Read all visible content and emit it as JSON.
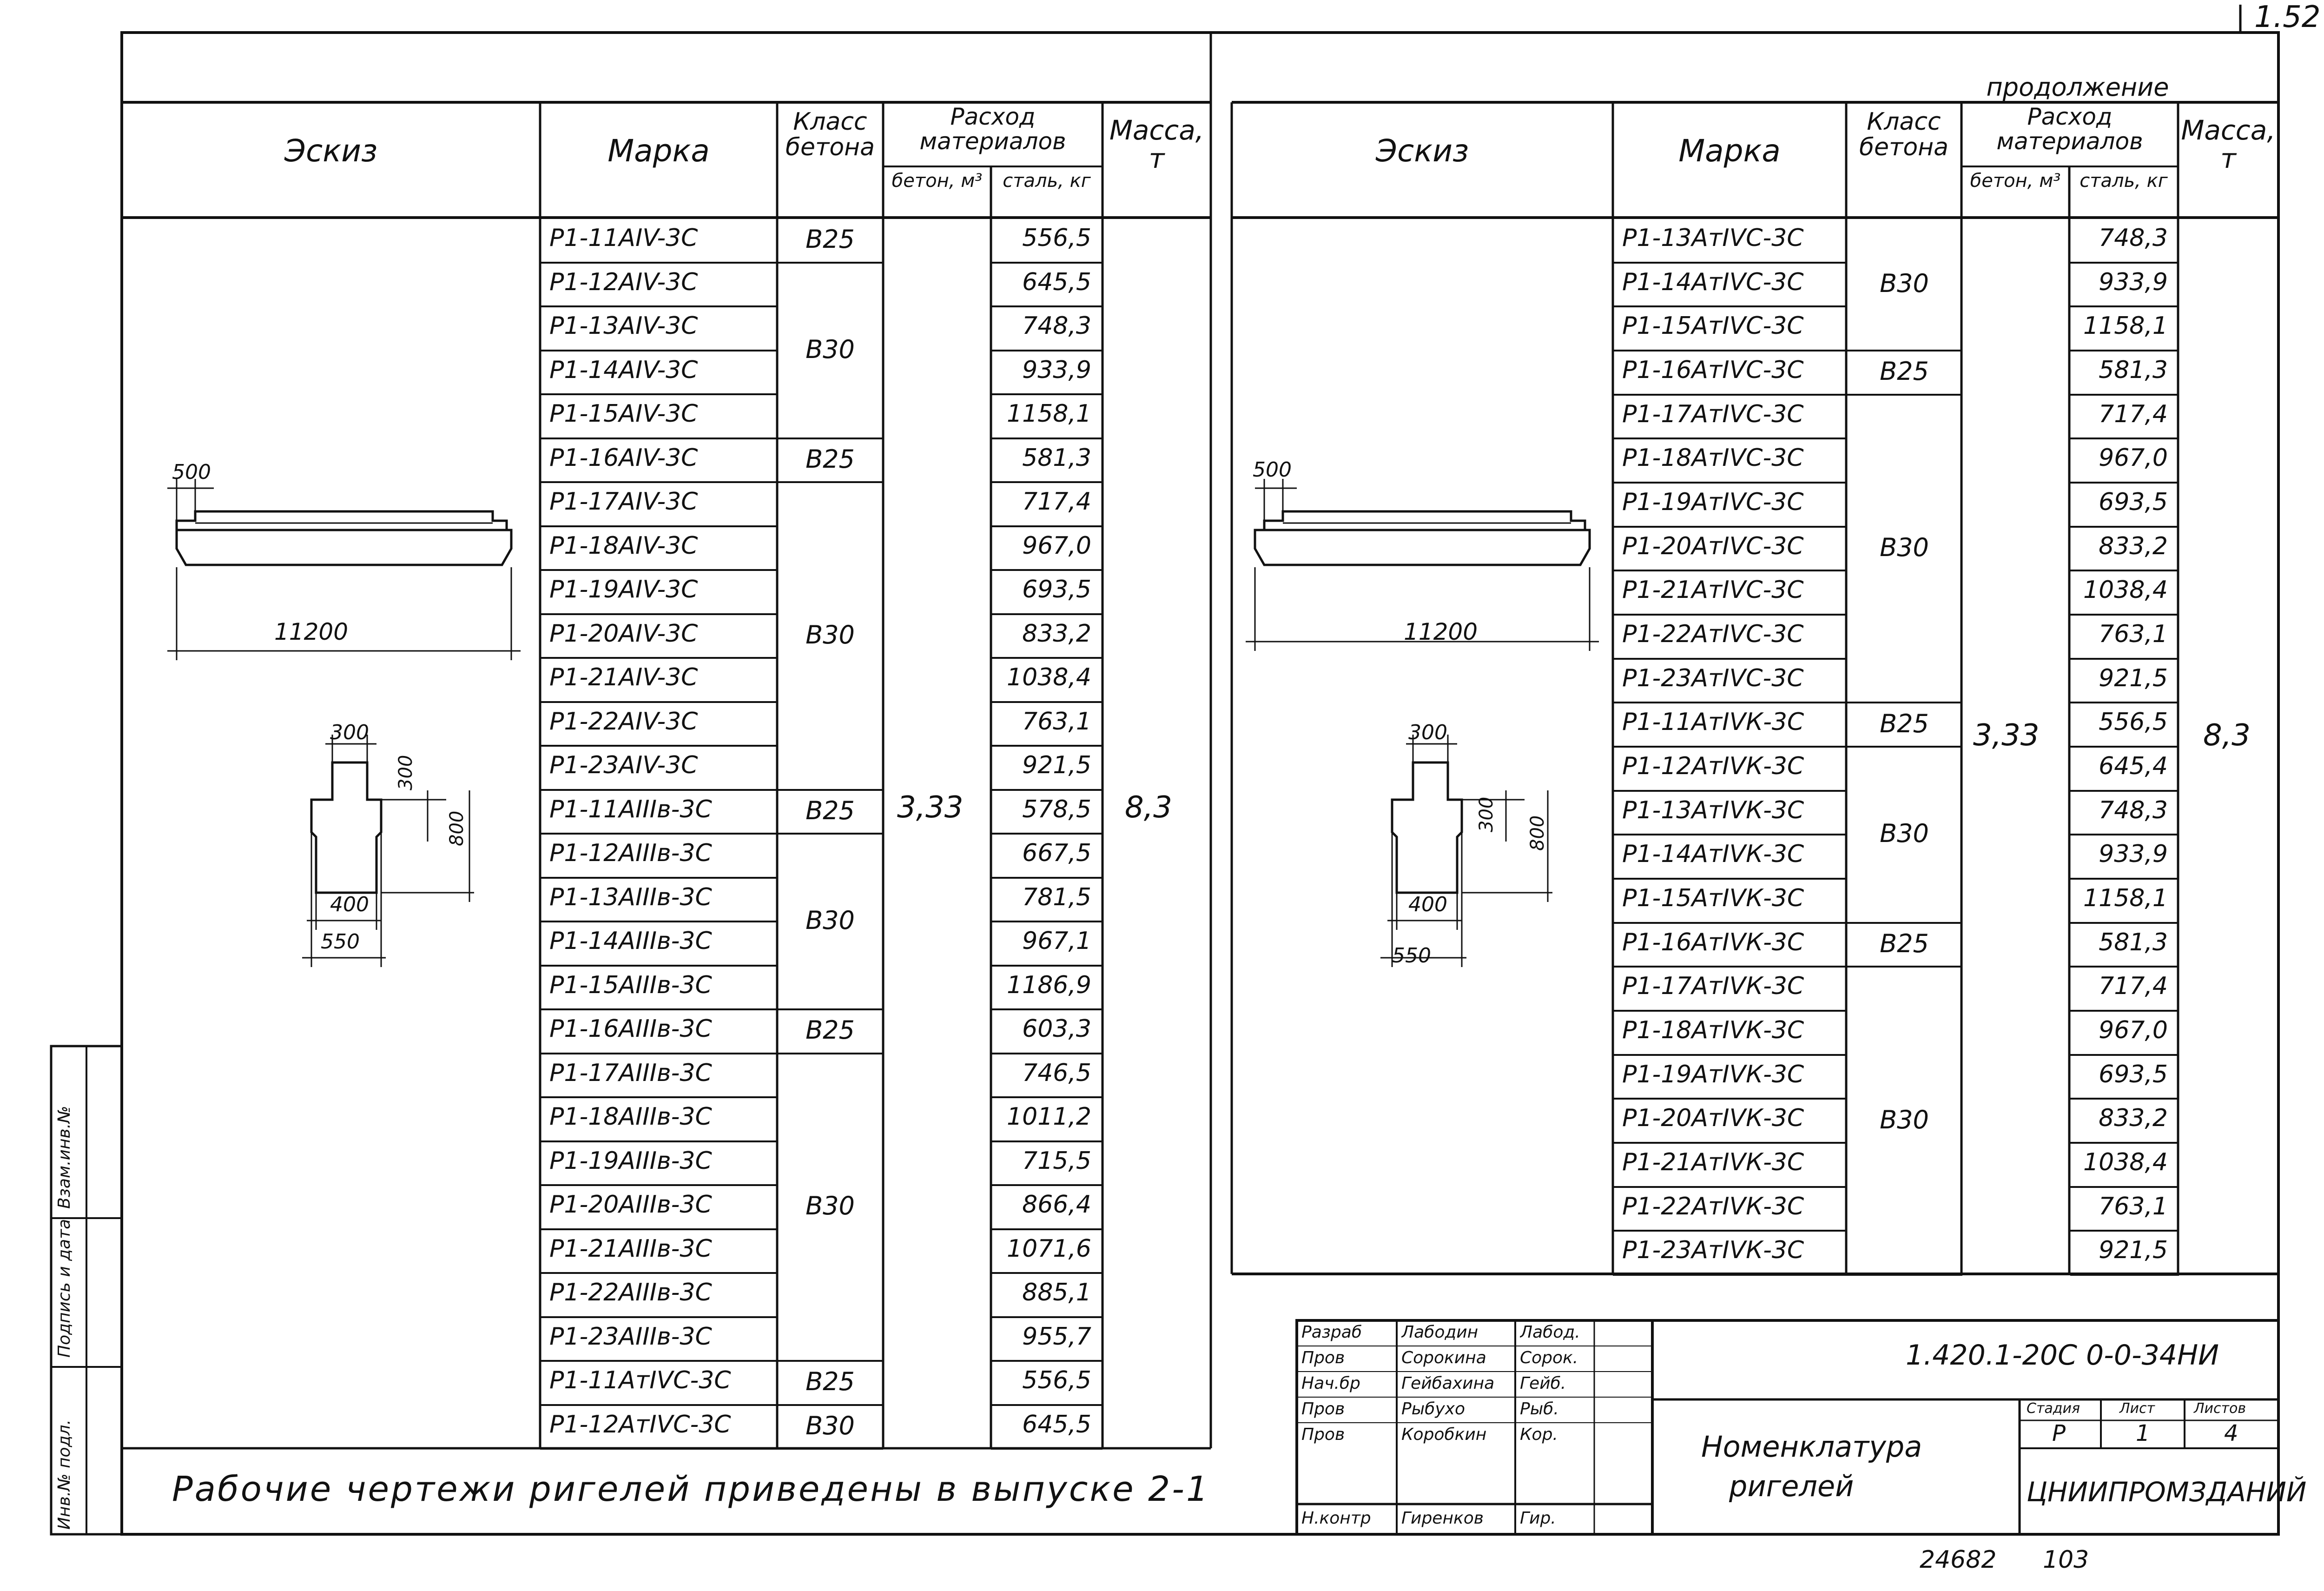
{
  "corner_mark": "1.52",
  "left": {
    "headers": {
      "sketch": "Эскиз",
      "mark": "Марка",
      "concrete_class": "Класс бетона",
      "materials": "Расход материалов",
      "concrete": "бетон, м³",
      "steel": "сталь, кг",
      "mass": "Масса, т"
    },
    "concrete_volume": "3,33",
    "mass": "8,3",
    "sketch": {
      "dim_overhang": "500",
      "dim_length": "11200",
      "dim_top_width": "300",
      "dim_flange": "300",
      "dim_height": "800",
      "dim_web": "400",
      "dim_bottom": "550"
    },
    "rows": [
      {
        "mark": "Р1-11АIV-3С",
        "steel": "556,5"
      },
      {
        "mark": "Р1-12АIV-3С",
        "steel": "645,5"
      },
      {
        "mark": "Р1-13АIV-3С",
        "steel": "748,3"
      },
      {
        "mark": "Р1-14АIV-3С",
        "steel": "933,9"
      },
      {
        "mark": "Р1-15АIV-3С",
        "steel": "1158,1"
      },
      {
        "mark": "Р1-16АIV-3С",
        "steel": "581,3"
      },
      {
        "mark": "Р1-17АIV-3С",
        "steel": "717,4"
      },
      {
        "mark": "Р1-18АIV-3С",
        "steel": "967,0"
      },
      {
        "mark": "Р1-19АIV-3С",
        "steel": "693,5"
      },
      {
        "mark": "Р1-20АIV-3С",
        "steel": "833,2"
      },
      {
        "mark": "Р1-21АIV-3С",
        "steel": "1038,4"
      },
      {
        "mark": "Р1-22АIV-3С",
        "steel": "763,1"
      },
      {
        "mark": "Р1-23АIV-3С",
        "steel": "921,5"
      },
      {
        "mark": "Р1-11АIIIв-3С",
        "steel": "578,5"
      },
      {
        "mark": "Р1-12АIIIв-3С",
        "steel": "667,5"
      },
      {
        "mark": "Р1-13АIIIв-3С",
        "steel": "781,5"
      },
      {
        "mark": "Р1-14АIIIв-3С",
        "steel": "967,1"
      },
      {
        "mark": "Р1-15АIIIв-3С",
        "steel": "1186,9"
      },
      {
        "mark": "Р1-16АIIIв-3С",
        "steel": "603,3"
      },
      {
        "mark": "Р1-17АIIIв-3С",
        "steel": "746,5"
      },
      {
        "mark": "Р1-18АIIIв-3С",
        "steel": "1011,2"
      },
      {
        "mark": "Р1-19АIIIв-3С",
        "steel": "715,5"
      },
      {
        "mark": "Р1-20АIIIв-3С",
        "steel": "866,4"
      },
      {
        "mark": "Р1-21АIIIв-3С",
        "steel": "1071,6"
      },
      {
        "mark": "Р1-22АIIIв-3С",
        "steel": "885,1"
      },
      {
        "mark": "Р1-23АIIIв-3С",
        "steel": "955,7"
      },
      {
        "mark": "Р1-11АтIVС-3С",
        "steel": "556,5"
      },
      {
        "mark": "Р1-12АтIVС-3С",
        "steel": "645,5"
      }
    ],
    "class_groups": [
      {
        "label": "В25",
        "span": 1
      },
      {
        "label": "В30",
        "span": 4
      },
      {
        "label": "В25",
        "span": 1
      },
      {
        "label": "В30",
        "span": 7
      },
      {
        "label": "В25",
        "span": 1
      },
      {
        "label": "В30",
        "span": 4
      },
      {
        "label": "В25",
        "span": 1
      },
      {
        "label": "В30",
        "span": 7
      },
      {
        "label": "В25",
        "span": 1
      },
      {
        "label": "В30",
        "span": 1
      }
    ]
  },
  "right": {
    "continuation": "продолжение",
    "headers": {
      "sketch": "Эскиз",
      "mark": "Марка",
      "concrete_class": "Класс бетона",
      "materials": "Расход материалов",
      "concrete": "бетон, м³",
      "steel": "сталь, кг",
      "mass": "Масса, т"
    },
    "concrete_volume": "3,33",
    "mass": "8,3",
    "sketch": {
      "dim_overhang": "500",
      "dim_length": "11200",
      "dim_top_width": "300",
      "dim_flange": "300",
      "dim_height": "800",
      "dim_web": "400",
      "dim_bottom": "550"
    },
    "rows": [
      {
        "mark": "Р1-13АтIVС-3С",
        "steel": "748,3"
      },
      {
        "mark": "Р1-14АтIVС-3С",
        "steel": "933,9"
      },
      {
        "mark": "Р1-15АтIVС-3С",
        "steel": "1158,1"
      },
      {
        "mark": "Р1-16АтIVС-3С",
        "steel": "581,3"
      },
      {
        "mark": "Р1-17АтIVС-3С",
        "steel": "717,4"
      },
      {
        "mark": "Р1-18АтIVС-3С",
        "steel": "967,0"
      },
      {
        "mark": "Р1-19АтIVС-3С",
        "steel": "693,5"
      },
      {
        "mark": "Р1-20АтIVС-3С",
        "steel": "833,2"
      },
      {
        "mark": "Р1-21АтIVС-3С",
        "steel": "1038,4"
      },
      {
        "mark": "Р1-22АтIVС-3С",
        "steel": "763,1"
      },
      {
        "mark": "Р1-23АтIVС-3С",
        "steel": "921,5"
      },
      {
        "mark": "Р1-11АтIVК-3С",
        "steel": "556,5"
      },
      {
        "mark": "Р1-12АтIVК-3С",
        "steel": "645,4"
      },
      {
        "mark": "Р1-13АтIVК-3С",
        "steel": "748,3"
      },
      {
        "mark": "Р1-14АтIVК-3С",
        "steel": "933,9"
      },
      {
        "mark": "Р1-15АтIVК-3С",
        "steel": "1158,1"
      },
      {
        "mark": "Р1-16АтIVК-3С",
        "steel": "581,3"
      },
      {
        "mark": "Р1-17АтIVК-3С",
        "steel": "717,4"
      },
      {
        "mark": "Р1-18АтIVК-3С",
        "steel": "967,0"
      },
      {
        "mark": "Р1-19АтIVК-3С",
        "steel": "693,5"
      },
      {
        "mark": "Р1-20АтIVК-3С",
        "steel": "833,2"
      },
      {
        "mark": "Р1-21АтIVК-3С",
        "steel": "1038,4"
      },
      {
        "mark": "Р1-22АтIVК-3С",
        "steel": "763,1"
      },
      {
        "mark": "Р1-23АтIVК-3С",
        "steel": "921,5"
      }
    ],
    "class_groups": [
      {
        "label": "",
        "span": 0
      },
      {
        "label": "В30",
        "span": 3
      },
      {
        "label": "В25",
        "span": 1
      },
      {
        "label": "В30",
        "span": 7
      },
      {
        "label": "В25",
        "span": 1
      },
      {
        "label": "В30",
        "span": 4
      },
      {
        "label": "В25",
        "span": 1
      },
      {
        "label": "В30",
        "span": 7
      }
    ]
  },
  "footer_note": "Рабочие чертежи ригелей приведены в выпуске 2-1",
  "side_stamp": {
    "inv": "Инв.№ подл.",
    "sign": "Подпись и дата",
    "replace": "Взам.инв.№"
  },
  "title_block": {
    "doc_code": "1.420.1-20С 0-0-34НИ",
    "title_line1": "Номенклатура",
    "title_line2": "ригелей",
    "stage_label": "Стадия",
    "sheet_label": "Лист",
    "sheets_label": "Листов",
    "stage": "Р",
    "sheet": "1",
    "sheets": "4",
    "organization": "ЦНИИПРОМЗДАНИЙ",
    "people": [
      {
        "role": "Разраб",
        "name": "Лабодин",
        "sign": "Лабод."
      },
      {
        "role": "Пров",
        "name": "Сорокина",
        "sign": "Сорок."
      },
      {
        "role": "Нач.бр",
        "name": "Гейбахина",
        "sign": "Гейб."
      },
      {
        "role": "Пров",
        "name": "Рыбухо",
        "sign": "Рыб."
      },
      {
        "role": "Пров",
        "name": "Коробкин",
        "sign": "Кор."
      },
      {
        "role": "Н.контр",
        "name": "Гиренков",
        "sign": "Гир."
      }
    ]
  },
  "bottom_numbers": {
    "left": "24682",
    "right": "103"
  }
}
